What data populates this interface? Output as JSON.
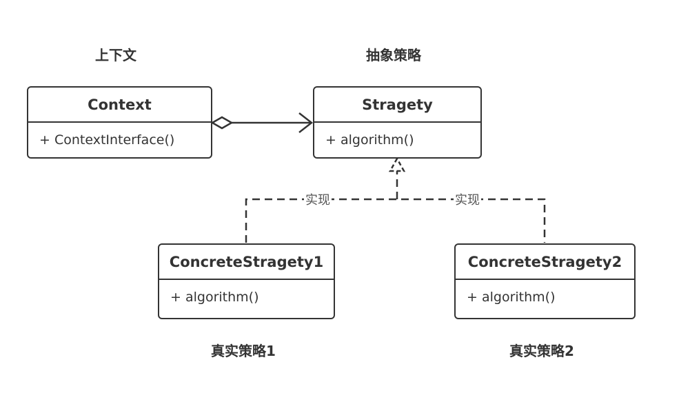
{
  "captions": {
    "context": "上下文",
    "strategy": "抽象策略",
    "concrete1": "真实策略1",
    "concrete2": "真实策略2"
  },
  "classes": {
    "context": {
      "name": "Context",
      "member": "+ ContextInterface()"
    },
    "strategy": {
      "name": "Stragety",
      "member": "+ algorithm()"
    },
    "concrete1": {
      "name": "ConcreteStragety1",
      "member": "+ algorithm()"
    },
    "concrete2": {
      "name": "ConcreteStragety2",
      "member": "+ algorithm()"
    }
  },
  "relations": {
    "realization_label_1": "实现",
    "realization_label_2": "实现"
  },
  "colors": {
    "stroke": "#333333",
    "background": "#ffffff"
  }
}
